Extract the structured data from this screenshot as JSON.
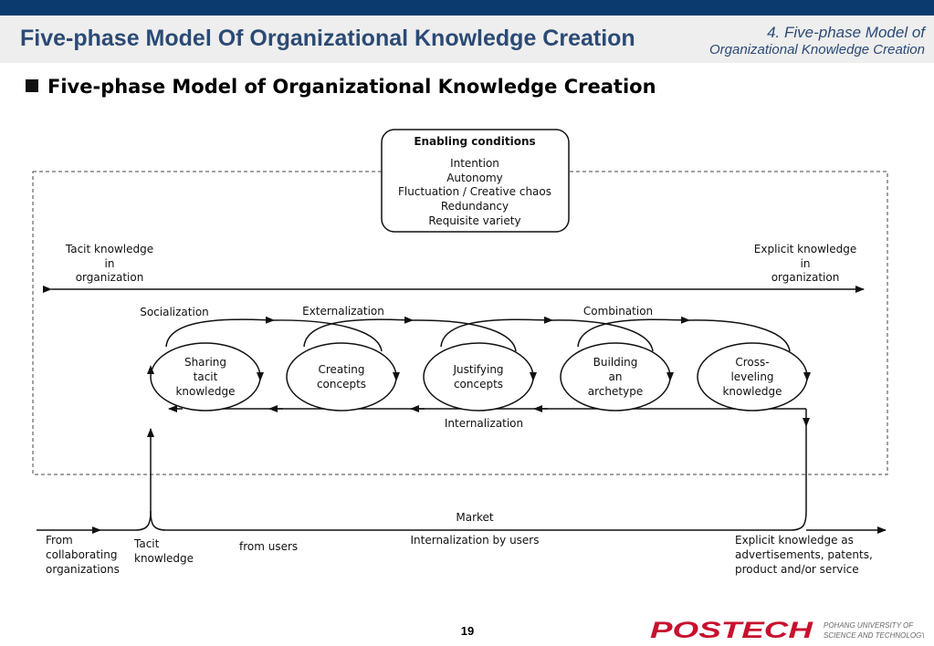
{
  "header": {
    "title": "Five-phase Model Of Organizational Knowledge Creation",
    "section_ref_line1": "4. Five-phase Model of",
    "section_ref_line2": "Organizational Knowledge Creation"
  },
  "subheading": "Five-phase Model of Organizational Knowledge Creation",
  "enabling_conditions": {
    "title": "Enabling conditions",
    "items": [
      "Intention",
      "Autonomy",
      "Fluctuation / Creative chaos",
      "Redundancy",
      "Requisite variety"
    ]
  },
  "axis": {
    "left": [
      "Tacit knowledge",
      "in",
      "organization"
    ],
    "right": [
      "Explicit knowledge",
      "in",
      "organization"
    ]
  },
  "process_labels": {
    "socialization": "Socialization",
    "externalization": "Externalization",
    "combination": "Combination",
    "internalization": "Internalization"
  },
  "phases": [
    {
      "lines": [
        "Sharing",
        "tacit",
        "knowledge"
      ]
    },
    {
      "lines": [
        "Creating",
        "concepts"
      ]
    },
    {
      "lines": [
        "Justifying",
        "concepts"
      ]
    },
    {
      "lines": [
        "Building",
        "an",
        "archetype"
      ]
    },
    {
      "lines": [
        "Cross-",
        "leveling",
        "knowledge"
      ]
    }
  ],
  "market": {
    "label": "Market",
    "from_collab": [
      "From",
      "collaborating",
      "organizations"
    ],
    "tacit": [
      "Tacit",
      "knowledge"
    ],
    "from_users": "from users",
    "internalization_users": "Internalization by users",
    "explicit_out": [
      "Explicit knowledge as",
      "advertisements, patents,",
      "product and/or service"
    ]
  },
  "footer": {
    "page_number": "19",
    "logo_text": "POSTECH",
    "logo_sub1": "POHANG UNIVERSITY OF",
    "logo_sub2": "SCIENCE AND TECHNOLOGY"
  },
  "colors": {
    "top_bar": "#0b3a6e",
    "title_text": "#2b4a75",
    "logo_red": "#c8102e"
  }
}
